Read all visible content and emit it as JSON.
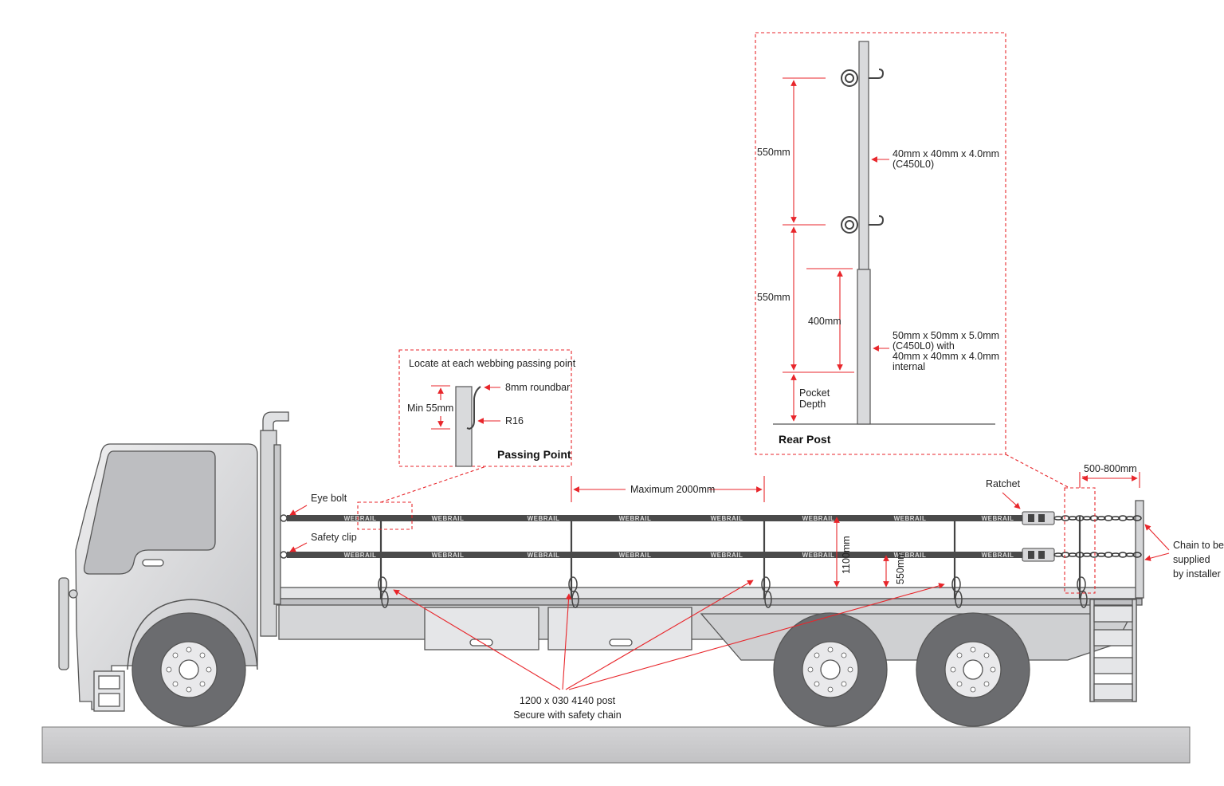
{
  "colors": {
    "annotation": "#e8262b",
    "truck_body": "#d9dadc",
    "truck_outline": "#555555",
    "tyre": "#6b6c6f",
    "webbing": "#4a4a4a",
    "ground": "#c9c9cb"
  },
  "passing_point": {
    "note": "Locate at each webbing passing point",
    "roundbar": "8mm roundbar",
    "radius": "R16",
    "min_height": "Min 55mm",
    "title": "Passing Point"
  },
  "rear_post": {
    "upper_spacing": "550mm",
    "lower_spacing": "550mm",
    "sleeve_height": "400mm",
    "upper_section_line1": "40mm x 40mm x 4.0mm",
    "upper_section_line2": "(C450L0)",
    "lower_section_line1": "50mm x 50mm x 5.0mm",
    "lower_section_line2": "(C450L0) with",
    "lower_section_line3": "40mm x 40mm x 4.0mm",
    "lower_section_line4": "internal",
    "pocket_line1": "Pocket",
    "pocket_line2": "Depth",
    "title": "Rear Post"
  },
  "truck_labels": {
    "eye_bolt": "Eye bolt",
    "safety_clip": "Safety clip",
    "max_spacing": "Maximum 2000mm",
    "ratchet": "Ratchet",
    "chain_gap": "500-800mm",
    "chain_line1": "Chain to be",
    "chain_line2": "supplied",
    "chain_line3": "by installer",
    "upper_rail_height": "1100mm",
    "lower_rail_height": "550mm",
    "post_line1": "1200 x 030 4140 post",
    "post_line2": "Secure with safety chain"
  },
  "webbing_text": "WEBRAIL"
}
